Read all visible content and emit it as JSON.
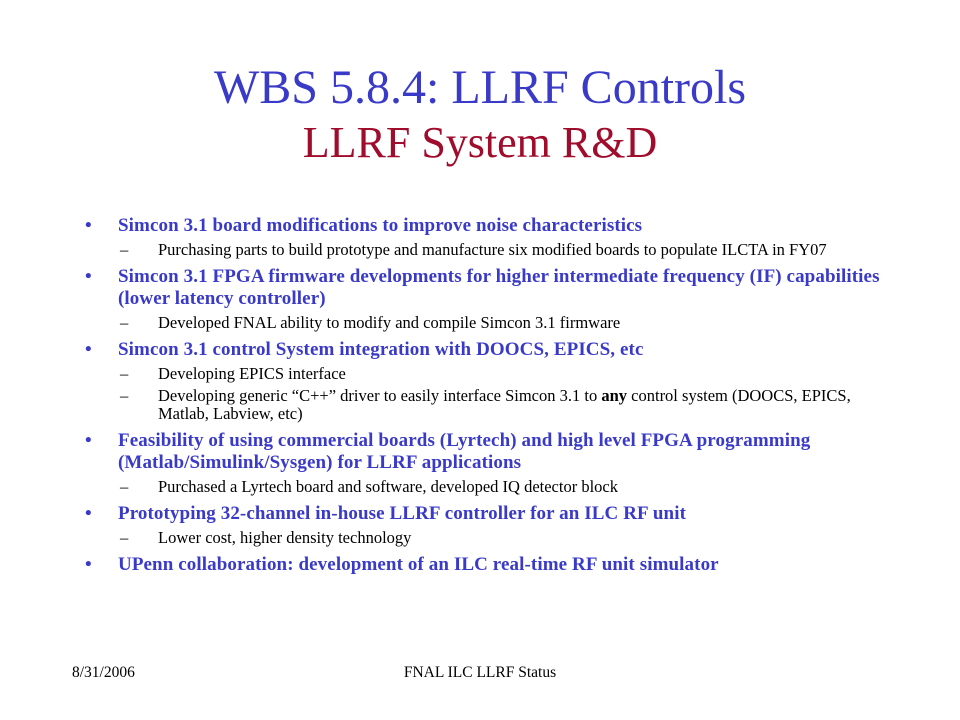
{
  "title": {
    "line1": "WBS 5.8.4: LLRF Controls",
    "line2": "LLRF System R&D"
  },
  "bullets": [
    {
      "text": "Simcon 3.1 board modifications to improve noise characteristics",
      "subs": [
        {
          "text": "Purchasing parts to build prototype and manufacture six modified boards to populate ILCTA in FY07"
        }
      ]
    },
    {
      "text": "Simcon 3.1 FPGA firmware developments for higher intermediate frequency (IF) capabilities (lower latency controller)",
      "subs": [
        {
          "text": "Developed FNAL ability to modify and compile Simcon 3.1 firmware"
        }
      ]
    },
    {
      "text": "Simcon 3.1 control System integration with DOOCS, EPICS, etc",
      "subs": [
        {
          "text": "Developing EPICS interface"
        },
        {
          "before": "Developing generic “C++” driver to easily interface Simcon 3.1 to ",
          "bold": "any",
          "after": " control system (DOOCS, EPICS, Matlab, Labview, etc)"
        }
      ]
    },
    {
      "text": "Feasibility of using commercial boards (Lyrtech) and high level FPGA programming (Matlab/Simulink/Sysgen) for LLRF applications",
      "subs": [
        {
          "text": "Purchased a Lyrtech board and software, developed IQ detector block"
        }
      ]
    },
    {
      "text": "Prototyping 32-channel in-house LLRF controller for an ILC RF unit",
      "subs": [
        {
          "text": "Lower cost, higher density technology"
        }
      ]
    },
    {
      "text": "UPenn collaboration: development of an ILC real-time RF unit simulator",
      "subs": []
    }
  ],
  "bullet_glyph": "•",
  "dash_glyph": "–",
  "footer": {
    "date": "8/31/2006",
    "center": "FNAL ILC LLRF Status"
  },
  "colors": {
    "title": "#3a3ac8",
    "subtitle": "#a00c2c",
    "bullet_text": "#3a3ac8",
    "body_text": "#000000"
  }
}
